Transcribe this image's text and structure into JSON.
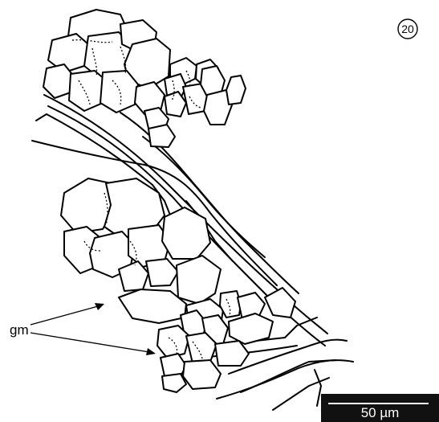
{
  "figure": {
    "panel_number": "20",
    "label": "gm",
    "scale_bar": "50 µm"
  }
}
